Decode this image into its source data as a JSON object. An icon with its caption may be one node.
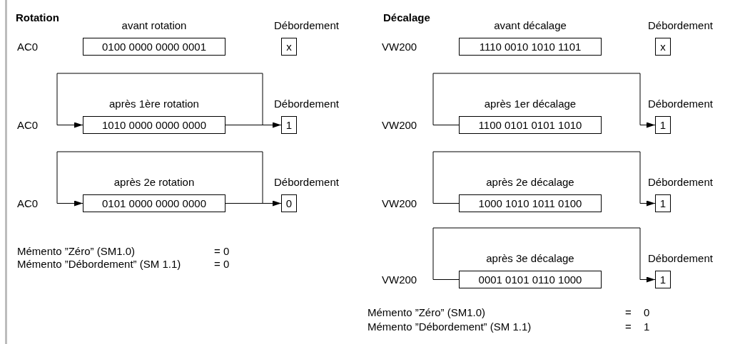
{
  "diagram": {
    "nodes": [
      {
        "text": [
          "avant rotation",
          "0100 0000 0000 0001"
        ]
      },
      {
        "text": [
          "Débordement",
          "x"
        ]
      },
      {
        "text": [
          "après 1ère rotation",
          "1010 0000 0000 0000"
        ]
      },
      {
        "text": [
          "Débordement",
          "1"
        ]
      },
      {
        "text": [
          "après 2e rotation",
          "0101 0000 0000 0000"
        ]
      },
      {
        "text": [
          "Débordement",
          "0"
        ]
      },
      {
        "text": [
          "avant décalage",
          "1110 0010 1010 1101"
        ]
      },
      {
        "text": [
          "Débordement",
          "x"
        ]
      },
      {
        "text": [
          "après 1er décalage",
          "1100 0101 0101 1010"
        ]
      },
      {
        "text": [
          "Débordement",
          "1"
        ]
      },
      {
        "text": [
          "après 2e décalage",
          "1000 1010 1011 0100"
        ]
      },
      {
        "text": [
          "Débordement",
          "1"
        ]
      },
      {
        "text": [
          "après 3e décalage",
          "0001 0101 0110 1000"
        ]
      },
      {
        "text": [
          "Débordement",
          "1"
        ]
      }
    ],
    "edges": [
      {
        "from": 2,
        "to": 2,
        "arrow": "to"
      },
      {
        "from": 2,
        "to": 3,
        "arrow": "to"
      },
      {
        "from": 4,
        "to": 4,
        "arrow": "to"
      },
      {
        "from": 4,
        "to": 5,
        "arrow": "to"
      },
      {
        "from": 8,
        "to": 9,
        "arrow": "to"
      },
      {
        "from": 10,
        "to": 11,
        "arrow": "to"
      },
      {
        "from": 12,
        "to": 13,
        "arrow": "to"
      }
    ],
    "labels": [
      "Rotation",
      "AC0",
      "AC0",
      "AC0",
      "Décalage",
      "VW200",
      "VW200",
      "VW200",
      "VW200",
      "Mémento ”Zéro” (SM1.0)",
      "= 0",
      "Mémento ”Débordement” (SM 1.1)",
      "= 0",
      "Mémento ”Zéro” (SM1.0)",
      "=",
      "0",
      "Mémento ”Débordement” (SM 1.1)",
      "=",
      "1"
    ]
  }
}
